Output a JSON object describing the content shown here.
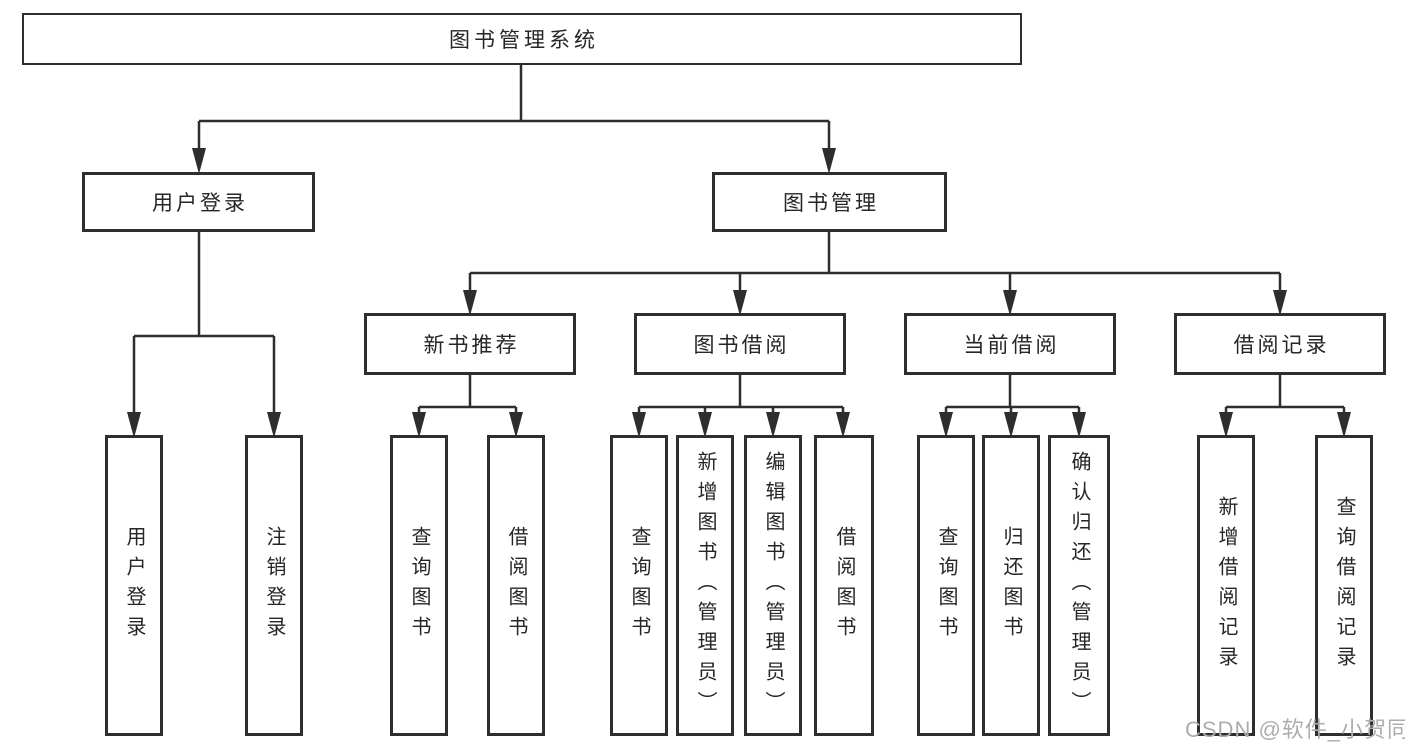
{
  "diagram": {
    "title": "图书管理系统",
    "root": {
      "label": "图书管理系统"
    },
    "level1": [
      {
        "id": "user-login",
        "label": "用户登录"
      },
      {
        "id": "book-management",
        "label": "图书管理"
      }
    ],
    "level2": [
      {
        "id": "new-book-recommend",
        "parent": "book-management",
        "label": "新书推荐"
      },
      {
        "id": "book-borrow",
        "parent": "book-management",
        "label": "图书借阅"
      },
      {
        "id": "current-borrow",
        "parent": "book-management",
        "label": "当前借阅"
      },
      {
        "id": "borrow-records",
        "parent": "book-management",
        "label": "借阅记录"
      }
    ],
    "leaves": [
      {
        "parent": "user-login",
        "label": "用户登录"
      },
      {
        "parent": "user-login",
        "label": "注销登录"
      },
      {
        "parent": "new-book-recommend",
        "label": "查询图书"
      },
      {
        "parent": "new-book-recommend",
        "label": "借阅图书"
      },
      {
        "parent": "book-borrow",
        "label": "查询图书"
      },
      {
        "parent": "book-borrow",
        "label": "新增图书（管理员）"
      },
      {
        "parent": "book-borrow",
        "label": "编辑图书（管理员）"
      },
      {
        "parent": "book-borrow",
        "label": "借阅图书"
      },
      {
        "parent": "current-borrow",
        "label": "查询图书"
      },
      {
        "parent": "current-borrow",
        "label": "归还图书"
      },
      {
        "parent": "current-borrow",
        "label": "确认归还（管理员）"
      },
      {
        "parent": "borrow-records",
        "label": "新增借阅记录"
      },
      {
        "parent": "borrow-records",
        "label": "查询借阅记录"
      }
    ],
    "colors": {
      "line": "#2e2e2e",
      "text": "#262626",
      "box_background": "#ffffff",
      "watermark": "#adadad"
    }
  },
  "watermark": {
    "text": "CSDN @软件_小贺同学"
  }
}
